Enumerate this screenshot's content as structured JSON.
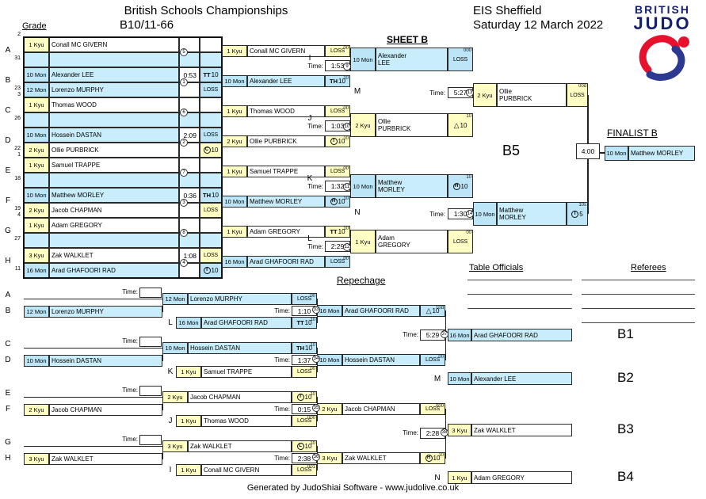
{
  "header": {
    "title": "British Schools Championships",
    "category": "B10/11-66",
    "venue": "EIS Sheffield",
    "date": "Saturday 12 March 2022",
    "grade_label": "Grade",
    "sheet_label": "SHEET B",
    "repechage_label": "Repechage",
    "finalist_label": "FINALIST B",
    "table_officials_label": "Table Officials",
    "referees_label": "Referees"
  },
  "logo": {
    "line1": "BRITISH",
    "line2": "JUDO",
    "figure_icon": "judoka-swirl-icon"
  },
  "labels": {
    "time": "Time:",
    "loss": "LOSS"
  },
  "footer": "Generated by JudoShiai Software - www.judolive.co.uk",
  "colors": {
    "kyu_bg": "#FFFFC4",
    "mon_bg": "#BCE6F8",
    "mon_name_bg": "#C9EDFA",
    "logo_navy": "#151F6D",
    "logo_red": "#E8112D",
    "logo_blue": "#2B3990"
  },
  "round1": [
    {
      "letter": "A",
      "seed_top": "2",
      "seed_bottom": "31",
      "circle": "5",
      "time": "",
      "slots": [
        {
          "grade": "1 Kyu",
          "name": "Conall MC GIVERN",
          "side": "kyu"
        },
        {
          "bye": true
        }
      ]
    },
    {
      "letter": "B",
      "seed_top": "",
      "seed_bottom": "23",
      "circle": "1",
      "time": "0:53",
      "slots": [
        {
          "grade": "10 Mon",
          "name": "Alexander LEE",
          "side": "mon",
          "result": {
            "style": "plain",
            "mark": "TT",
            "value": "10"
          }
        },
        {
          "grade": "12 Mon",
          "name": "Lorenzo MURPHY",
          "side": "mon",
          "result": {
            "style": "loss"
          }
        }
      ]
    },
    {
      "letter": "C",
      "seed_top": "3",
      "seed_bottom": "26",
      "circle": "6",
      "time": "",
      "slots": [
        {
          "grade": "1 Kyu",
          "name": "Thomas WOOD",
          "side": "kyu"
        },
        {
          "bye": true
        }
      ]
    },
    {
      "letter": "D",
      "seed_top": "",
      "seed_bottom": "22",
      "circle": "2",
      "time": "2:09",
      "slots": [
        {
          "grade": "10 Mon",
          "name": "Hossein DASTAN",
          "side": "mon",
          "result": {
            "style": "loss"
          }
        },
        {
          "grade": "2 Kyu",
          "name": "Ollie PURBRICK",
          "side": "kyu",
          "result": {
            "style": "circle",
            "mark": "C",
            "value": "10"
          }
        }
      ]
    },
    {
      "letter": "E",
      "seed_top": "1",
      "seed_bottom": "18",
      "circle": "7",
      "time": "",
      "slots": [
        {
          "grade": "1 Kyu",
          "name": "Samuel TRAPPE",
          "side": "kyu"
        },
        {
          "bye": true
        }
      ]
    },
    {
      "letter": "F",
      "seed_top": "",
      "seed_bottom": "19",
      "circle": "3",
      "time": "0:36",
      "slots": [
        {
          "grade": "10 Mon",
          "name": "Matthew MORLEY",
          "side": "mon",
          "result": {
            "style": "plain",
            "mark": "TH",
            "value": "10"
          }
        },
        {
          "grade": "2 Kyu",
          "name": "Jacob CHAPMAN",
          "side": "kyu",
          "result": {
            "style": "loss"
          }
        }
      ]
    },
    {
      "letter": "G",
      "seed_top": "4",
      "seed_bottom": "27",
      "circle": "8",
      "time": "",
      "slots": [
        {
          "grade": "1 Kyu",
          "name": "Adam GREGORY",
          "side": "kyu"
        },
        {
          "bye": true
        }
      ]
    },
    {
      "letter": "H",
      "seed_top": "",
      "seed_bottom": "11",
      "circle": "4",
      "time": "1:08",
      "slots": [
        {
          "grade": "3 Kyu",
          "name": "Zak WALKLET",
          "side": "kyu",
          "result": {
            "style": "loss"
          }
        },
        {
          "grade": "16 Mon",
          "name": "Arad GHAFOORI RAD",
          "side": "mon",
          "result": {
            "style": "circle",
            "mark": "T",
            "value": "10"
          }
        }
      ]
    }
  ],
  "round2": [
    {
      "letter": "I",
      "time": "1:53",
      "circle": "9",
      "slots": [
        {
          "grade": "1 Kyu",
          "name": "Conall MC GIVERN",
          "side": "kyu",
          "result": {
            "style": "loss"
          },
          "note": "00"
        },
        {
          "grade": "10 Mon",
          "name": "Alexander LEE",
          "side": "mon",
          "result": {
            "style": "plain",
            "mark": "TH",
            "value": "10"
          },
          "note": "10"
        }
      ]
    },
    {
      "letter": "J",
      "time": "1:03",
      "circle": "10",
      "slots": [
        {
          "grade": "1 Kyu",
          "name": "Thomas WOOD",
          "side": "kyu",
          "result": {
            "style": "loss"
          },
          "note": "00"
        },
        {
          "grade": "2 Kyu",
          "name": "Ollie PURBRICK",
          "side": "kyu",
          "result": {
            "style": "circle",
            "mark": "T",
            "value": "10"
          },
          "note": "10"
        }
      ]
    },
    {
      "letter": "K",
      "time": "1:32",
      "circle": "11",
      "slots": [
        {
          "grade": "1 Kyu",
          "name": "Samuel TRAPPE",
          "side": "kyu",
          "result": {
            "style": "loss"
          },
          "note": "00"
        },
        {
          "grade": "10 Mon",
          "name": "Matthew MORLEY",
          "side": "mon",
          "result": {
            "style": "circle",
            "mark": "H",
            "value": "10"
          },
          "note": "10"
        }
      ]
    },
    {
      "letter": "L",
      "time": "2:29",
      "circle": "12",
      "slots": [
        {
          "grade": "1 Kyu",
          "name": "Adam GREGORY",
          "side": "kyu",
          "result": {
            "style": "plain",
            "mark": "TT",
            "value": "10"
          },
          "note": "10"
        },
        {
          "grade": "16 Mon",
          "name": "Arad GHAFOORI RAD",
          "side": "mon",
          "result": {
            "style": "loss"
          },
          "note": "00"
        }
      ]
    }
  ],
  "semifinals": [
    {
      "letter": "M",
      "time": "5:27",
      "circle": "13",
      "slots": [
        {
          "grade": "10 Mon",
          "name": "Alexander\nLEE",
          "side": "mon",
          "result": {
            "style": "loss"
          },
          "note": "000"
        },
        {
          "grade": "2 Kyu",
          "name": "Ollie\nPURBRICK",
          "side": "kyu",
          "result": {
            "style": "triangle",
            "mark": "A",
            "value": "10"
          },
          "note": "10"
        }
      ]
    },
    {
      "letter": "N",
      "time": "1:30",
      "circle": "14",
      "slots": [
        {
          "grade": "10 Mon",
          "name": "Matthew\nMORLEY",
          "side": "mon",
          "result": {
            "style": "circle",
            "mark": "H",
            "value": "10"
          },
          "note": "10"
        },
        {
          "grade": "1 Kyu",
          "name": "Adam\nGREGORY",
          "side": "kyu",
          "result": {
            "style": "loss"
          },
          "note": "00"
        }
      ]
    }
  ],
  "final": {
    "code": "B5",
    "time": "4:00",
    "slots": [
      {
        "grade": "2 Kyu",
        "name": "Ollie\nPURBRICK",
        "side": "kyu",
        "result": {
          "style": "loss"
        },
        "note": "00d"
      },
      {
        "grade": "10 Mon",
        "name": "Matthew\nMORLEY",
        "side": "mon",
        "result": {
          "style": "circle",
          "mark": "T",
          "value": "5"
        },
        "note": "10s"
      }
    ]
  },
  "finalist": {
    "grade": "10 Mon",
    "name": "Matthew MORLEY",
    "side": "mon"
  },
  "repechage": [
    {
      "bye_letter": "A",
      "entrant_letter": "B",
      "match_letter": "L",
      "time": "1:10",
      "circle": "33",
      "entrant": {
        "grade": "12 Mon",
        "name": "Lorenzo MURPHY",
        "side": "mon"
      },
      "slot1": {
        "grade": "12 Mon",
        "name": "Lorenzo MURPHY",
        "side": "mon",
        "result": {
          "style": "loss"
        },
        "note": "00"
      },
      "slot2": {
        "grade": "16 Mon",
        "name": "Arad GHAFOORI RAD",
        "side": "mon",
        "result": {
          "style": "plain",
          "mark": "TT",
          "value": "10"
        },
        "note": "10"
      }
    },
    {
      "bye_letter": "C",
      "entrant_letter": "D",
      "match_letter": "K",
      "time": "1:37",
      "circle": "34",
      "entrant": {
        "grade": "10 Mon",
        "name": "Hossein DASTAN",
        "side": "mon"
      },
      "slot1": {
        "grade": "10 Mon",
        "name": "Hossein DASTAN",
        "side": "mon",
        "result": {
          "style": "plain",
          "mark": "TH",
          "value": "10"
        },
        "note": "10"
      },
      "slot2": {
        "grade": "1 Kyu",
        "name": "Samuel TRAPPE",
        "side": "kyu",
        "result": {
          "style": "loss"
        },
        "note": "00"
      }
    },
    {
      "bye_letter": "E",
      "entrant_letter": "F",
      "match_letter": "J",
      "time": "0:15",
      "circle": "35",
      "entrant": {
        "grade": "2 Kyu",
        "name": "Jacob CHAPMAN",
        "side": "kyu"
      },
      "slot1": {
        "grade": "2 Kyu",
        "name": "Jacob CHAPMAN",
        "side": "kyu",
        "result": {
          "style": "circle",
          "mark": "T",
          "value": "10"
        },
        "note": "10"
      },
      "slot2": {
        "grade": "1 Kyu",
        "name": "Thomas WOOD",
        "side": "kyu",
        "result": {
          "style": "loss"
        },
        "note": "000"
      }
    },
    {
      "bye_letter": "G",
      "entrant_letter": "H",
      "match_letter": "I",
      "time": "2:38",
      "circle": "36",
      "entrant": {
        "grade": "3 Kyu",
        "name": "Zak WALKLET",
        "side": "kyu"
      },
      "slot1": {
        "grade": "3 Kyu",
        "name": "Zak WALKLET",
        "side": "kyu",
        "result": {
          "style": "circle",
          "mark": "L",
          "value": "10"
        },
        "note": "10"
      },
      "slot2": {
        "grade": "1 Kyu",
        "name": "Conall MC GIVERN",
        "side": "kyu",
        "result": {
          "style": "loss"
        },
        "note": "001"
      }
    }
  ],
  "bronze": [
    {
      "time": "5:29",
      "circle": "37",
      "slots": [
        {
          "grade": "16 Mon",
          "name": "Arad GHAFOORI RAD",
          "side": "mon",
          "result": {
            "style": "triangle",
            "mark": "A",
            "value": "10"
          },
          "note": "10d"
        },
        {
          "grade": "10 Mon",
          "name": "Hossein DASTAN",
          "side": "mon",
          "result": {
            "style": "loss"
          },
          "note": "00"
        }
      ]
    },
    {
      "time": "2:28",
      "circle": "38",
      "slots": [
        {
          "grade": "2 Kyu",
          "name": "Jacob CHAPMAN",
          "side": "kyu",
          "result": {
            "style": "loss"
          },
          "note": "000"
        },
        {
          "grade": "3 Kyu",
          "name": "Zak WALKLET",
          "side": "kyu",
          "result": {
            "style": "circle",
            "mark": "H",
            "value": "10"
          },
          "note": "10"
        }
      ]
    }
  ],
  "placements": [
    {
      "code": "B1",
      "via": "",
      "grade": "16 Mon",
      "name": "Arad GHAFOORI RAD",
      "side": "mon"
    },
    {
      "code": "B2",
      "via": "M",
      "grade": "10 Mon",
      "name": "Alexander LEE",
      "side": "mon"
    },
    {
      "code": "B3",
      "via": "",
      "grade": "3 Kyu",
      "name": "Zak WALKLET",
      "side": "kyu"
    },
    {
      "code": "B4",
      "via": "N",
      "grade": "1 Kyu",
      "name": "Adam GREGORY",
      "side": "kyu"
    }
  ]
}
